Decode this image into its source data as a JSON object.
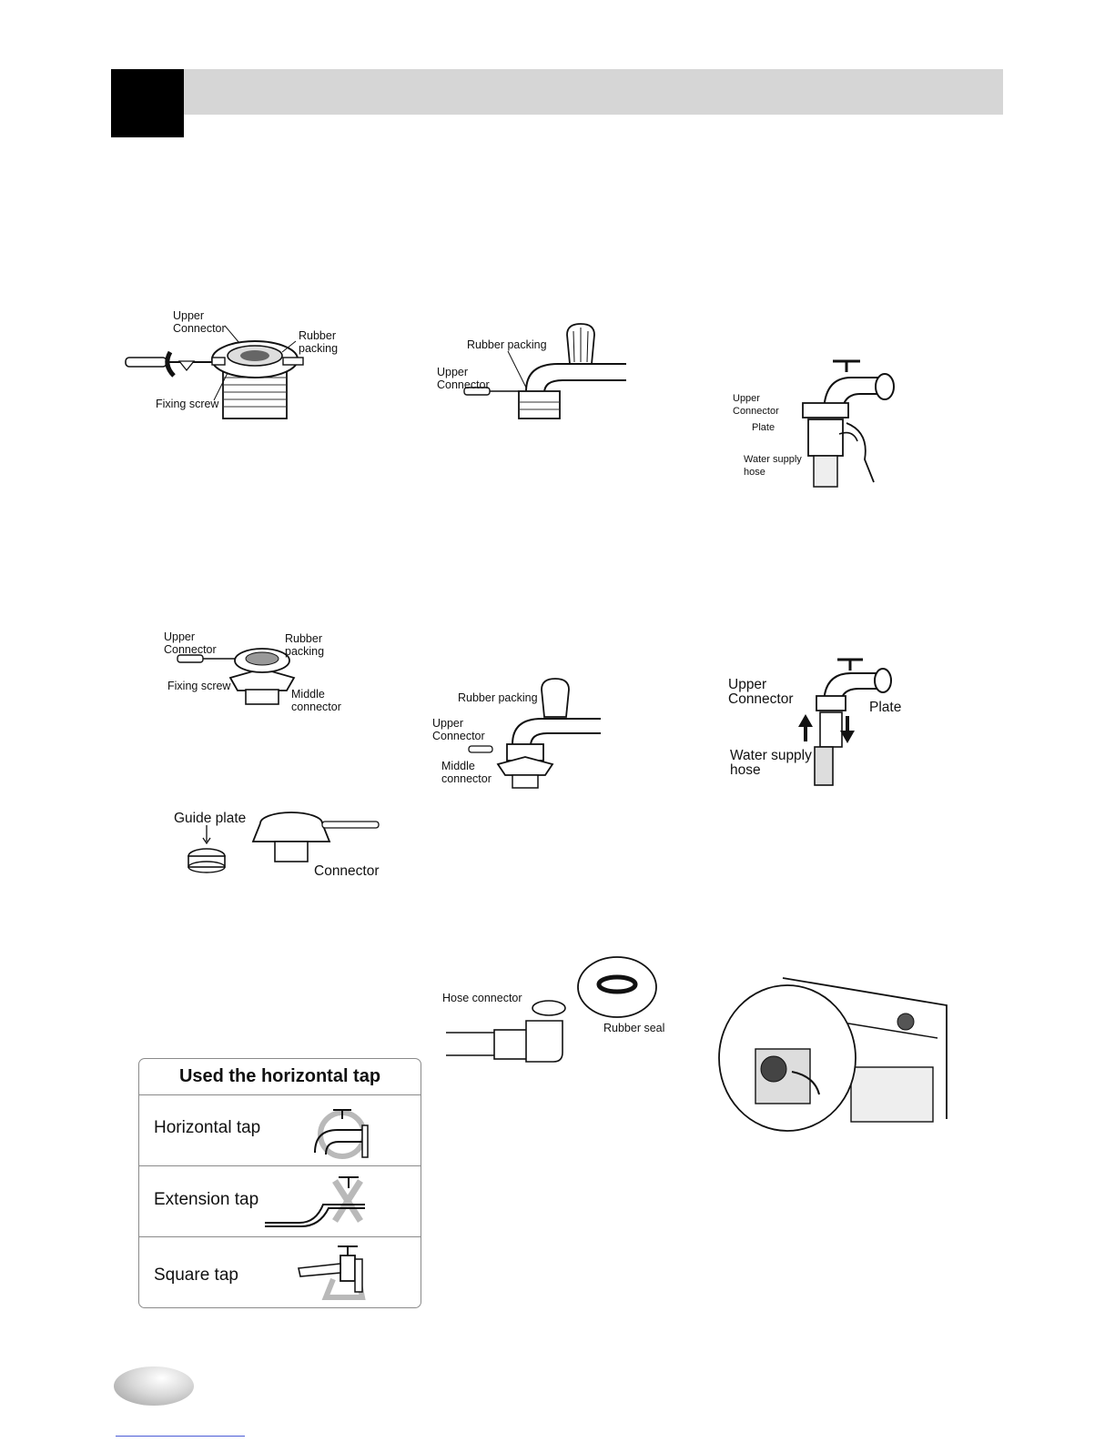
{
  "figures": {
    "fig1": {
      "upper_connector": "Upper\nConnector",
      "rubber_packing": "Rubber\npacking",
      "fixing_screw": "Fixing screw"
    },
    "fig2": {
      "rubber_packing": "Rubber packing",
      "upper_connector": "Upper\nConnector"
    },
    "fig3": {
      "upper_connector": "Upper\nConnector",
      "plate": "Plate",
      "water_supply_hose": "Water supply\nhose"
    },
    "fig4": {
      "upper_connector": "Upper\nConnector",
      "rubber_packing": "Rubber\npacking",
      "fixing_screw": "Fixing screw",
      "middle_connector": "Middle\nconnector"
    },
    "fig5": {
      "rubber_packing": "Rubber packing",
      "upper_connector": "Upper\nConnector",
      "middle_connector": "Middle\nconnector"
    },
    "fig6": {
      "upper_connector": "Upper\nConnector",
      "plate": "Plate",
      "water_supply_hose": "Water supply\nhose"
    },
    "fig7": {
      "guide_plate": "Guide plate",
      "connector": "Connector"
    },
    "fig8": {
      "hose_connector": "Hose connector",
      "rubber_seal": "Rubber seal"
    }
  },
  "tap_table": {
    "title": "Used the horizontal tap",
    "rows": [
      {
        "label": "Horizontal tap",
        "status": "ok"
      },
      {
        "label": "Extension tap",
        "status": "not-ok"
      },
      {
        "label": "Square tap",
        "status": "not-ok"
      }
    ]
  }
}
